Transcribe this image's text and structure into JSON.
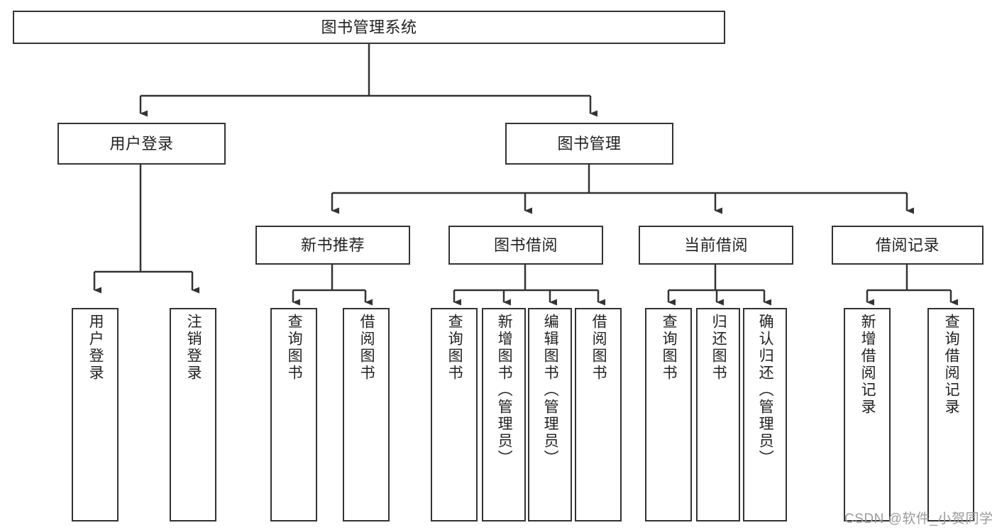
{
  "diagram": {
    "title": "图书管理系统",
    "type": "tree-hierarchy",
    "root": {
      "id": "root",
      "label": "图书管理系统"
    },
    "level2": [
      {
        "id": "user-login",
        "label": "用户登录"
      },
      {
        "id": "book-management",
        "label": "图书管理"
      }
    ],
    "level3": [
      {
        "id": "new-book-recommend",
        "label": "新书推荐",
        "parent": "book-management"
      },
      {
        "id": "book-borrow",
        "label": "图书借阅",
        "parent": "book-management"
      },
      {
        "id": "current-borrow",
        "label": "当前借阅",
        "parent": "book-management"
      },
      {
        "id": "borrow-record",
        "label": "借阅记录",
        "parent": "book-management"
      }
    ],
    "leaves": [
      {
        "id": "leaf-user-login",
        "label": "用户登录",
        "parent": "user-login"
      },
      {
        "id": "leaf-logout-login",
        "label": "注销登录",
        "parent": "user-login"
      },
      {
        "id": "leaf-query-book-1",
        "label": "查询图书",
        "parent": "new-book-recommend"
      },
      {
        "id": "leaf-borrow-book-1",
        "label": "借阅图书",
        "parent": "new-book-recommend"
      },
      {
        "id": "leaf-query-book-2",
        "label": "查询图书",
        "parent": "book-borrow"
      },
      {
        "id": "leaf-add-book",
        "label": "新增图书（管理员）",
        "parent": "book-borrow"
      },
      {
        "id": "leaf-edit-book",
        "label": "编辑图书（管理员）",
        "parent": "book-borrow"
      },
      {
        "id": "leaf-borrow-book-2",
        "label": "借阅图书",
        "parent": "book-borrow"
      },
      {
        "id": "leaf-query-book-3",
        "label": "查询图书",
        "parent": "current-borrow"
      },
      {
        "id": "leaf-return-book",
        "label": "归还图书",
        "parent": "current-borrow"
      },
      {
        "id": "leaf-confirm-return",
        "label": "确认归还（管理员）",
        "parent": "current-borrow"
      },
      {
        "id": "leaf-add-record",
        "label": "新增借阅记录",
        "parent": "borrow-record"
      },
      {
        "id": "leaf-query-record",
        "label": "查询借阅记录",
        "parent": "borrow-record"
      }
    ]
  },
  "watermark": {
    "text": "CSDN @软件_小贺同学"
  },
  "colors": {
    "stroke": "#333333",
    "background": "#ffffff",
    "text": "#222222",
    "watermark": "#9a9a9a"
  }
}
